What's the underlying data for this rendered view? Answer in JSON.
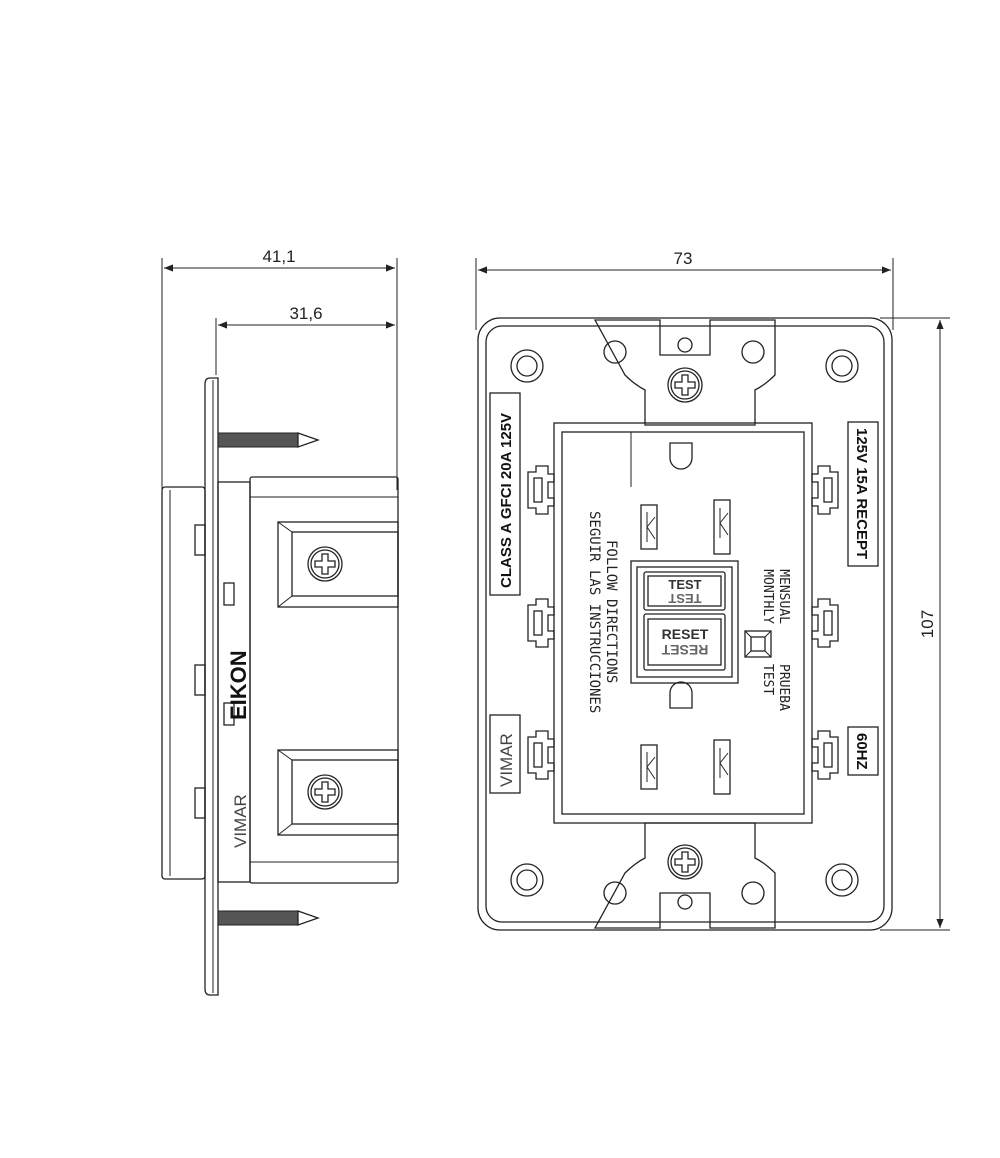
{
  "dimensions": {
    "side_total_depth": "41,1",
    "side_module_depth": "31,6",
    "front_width": "73",
    "front_height": "107"
  },
  "side_view": {
    "brand": "VIMAR",
    "series": "EIKON"
  },
  "front_view": {
    "left_label": "CLASS A GFCI 20A 125V",
    "right_label": "125V 15A RECEPT",
    "frequency_label": "60HZ",
    "brand": "VIMAR",
    "instructions_en": "FOLLOW DIRECTIONS",
    "instructions_es": "SEGUIR LAS INSTRUCCIONES",
    "test_button": "TEST",
    "reset_button": "RESET",
    "monthly_en": "MONTHLY",
    "monthly_es": "MENSUAL",
    "test_en": "TEST",
    "test_es": "PRUEBA"
  }
}
